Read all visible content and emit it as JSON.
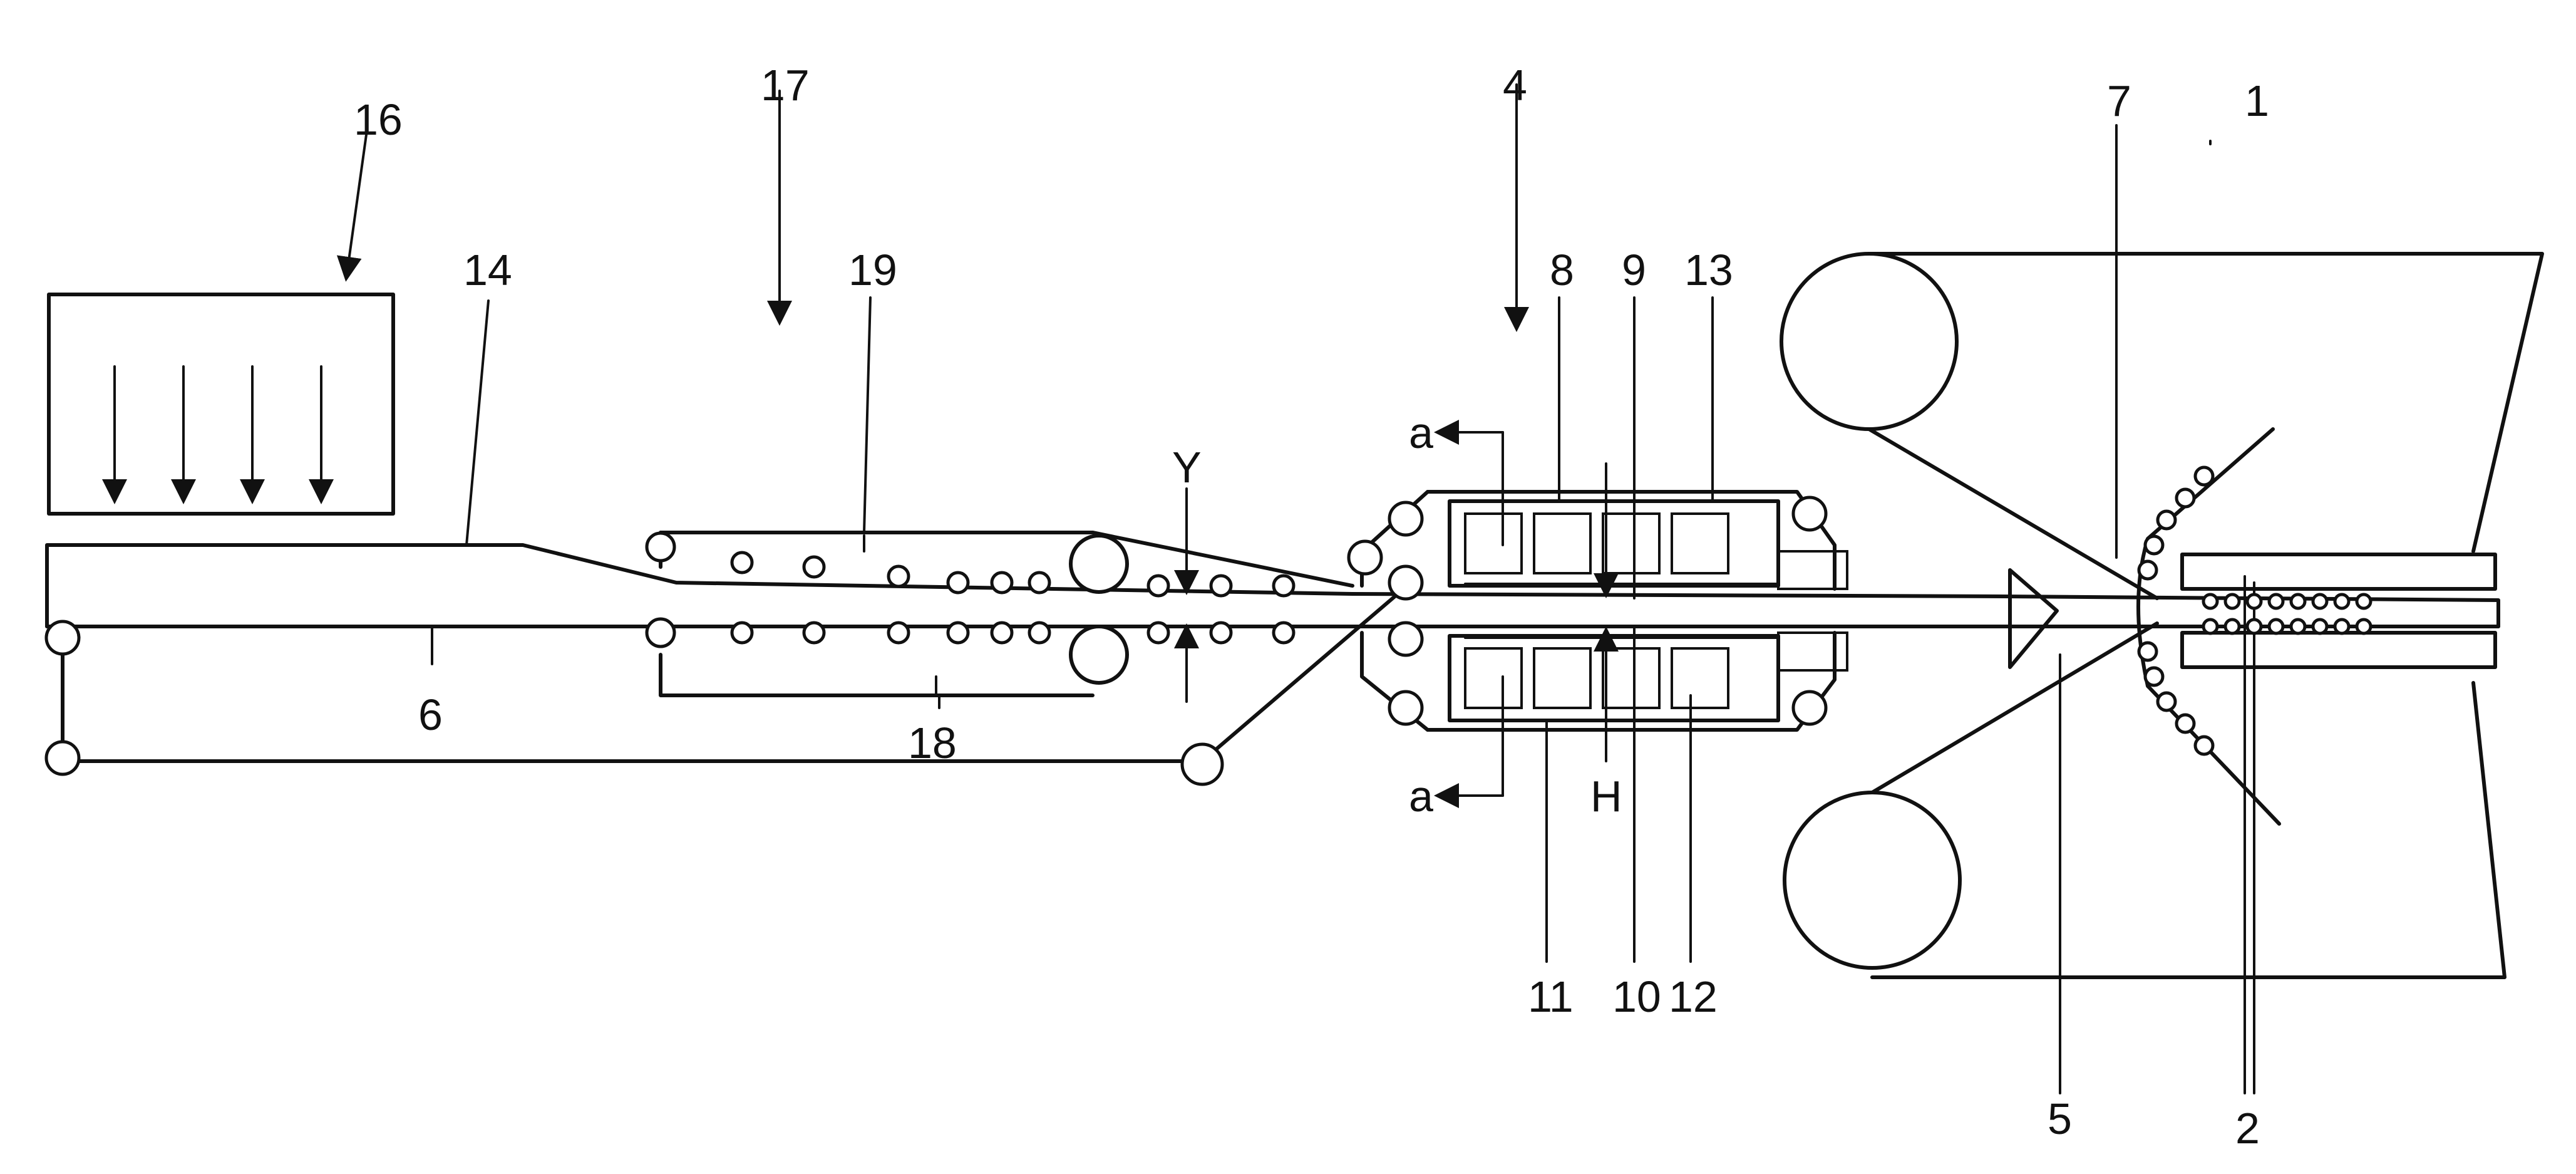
{
  "figure": {
    "labels": {
      "l1": "1",
      "l2": "2",
      "l4": "4",
      "l5": "5",
      "l6": "6",
      "l7": "7",
      "l8": "8",
      "l9": "9",
      "l10": "10",
      "l11": "11",
      "l12": "12",
      "l13": "13",
      "l14": "14",
      "l16": "16",
      "l17": "17",
      "l18": "18",
      "l19": "19",
      "lY": "Y",
      "lH": "H",
      "la_top": "a",
      "la_bot": "a"
    },
    "colors": {
      "ink": "#111111",
      "paper": "#ffffff",
      "material": "#bfbfbf"
    }
  }
}
